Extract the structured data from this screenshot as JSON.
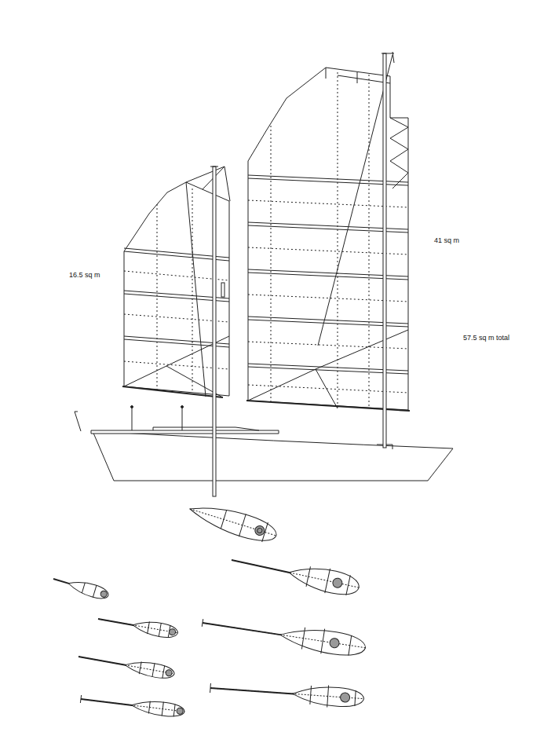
{
  "diagram": {
    "labels": [
      "16.5 sq m",
      "41 sq m",
      "57.5 sq m total"
    ]
  }
}
